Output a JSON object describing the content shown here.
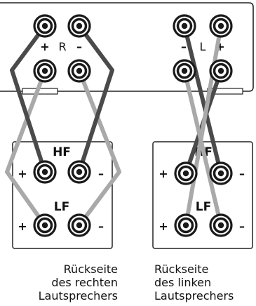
{
  "amplifier": {
    "channel_right_label": "R",
    "channel_left_label": "L",
    "plus": "+",
    "minus": "–"
  },
  "speakers": {
    "right": {
      "hf_label": "HF",
      "lf_label": "LF",
      "caption": [
        "Rückseite",
        "des rechten",
        "Lautsprechers"
      ]
    },
    "left": {
      "hf_label": "HF",
      "lf_label": "LF",
      "caption": [
        "Rückseite",
        "des linken",
        "Lautsprechers"
      ]
    },
    "plus": "+",
    "minus": "–"
  },
  "colors": {
    "cable_dark": "#4a4a4a",
    "cable_light": "#a9a9a9",
    "outline": "#222222"
  }
}
